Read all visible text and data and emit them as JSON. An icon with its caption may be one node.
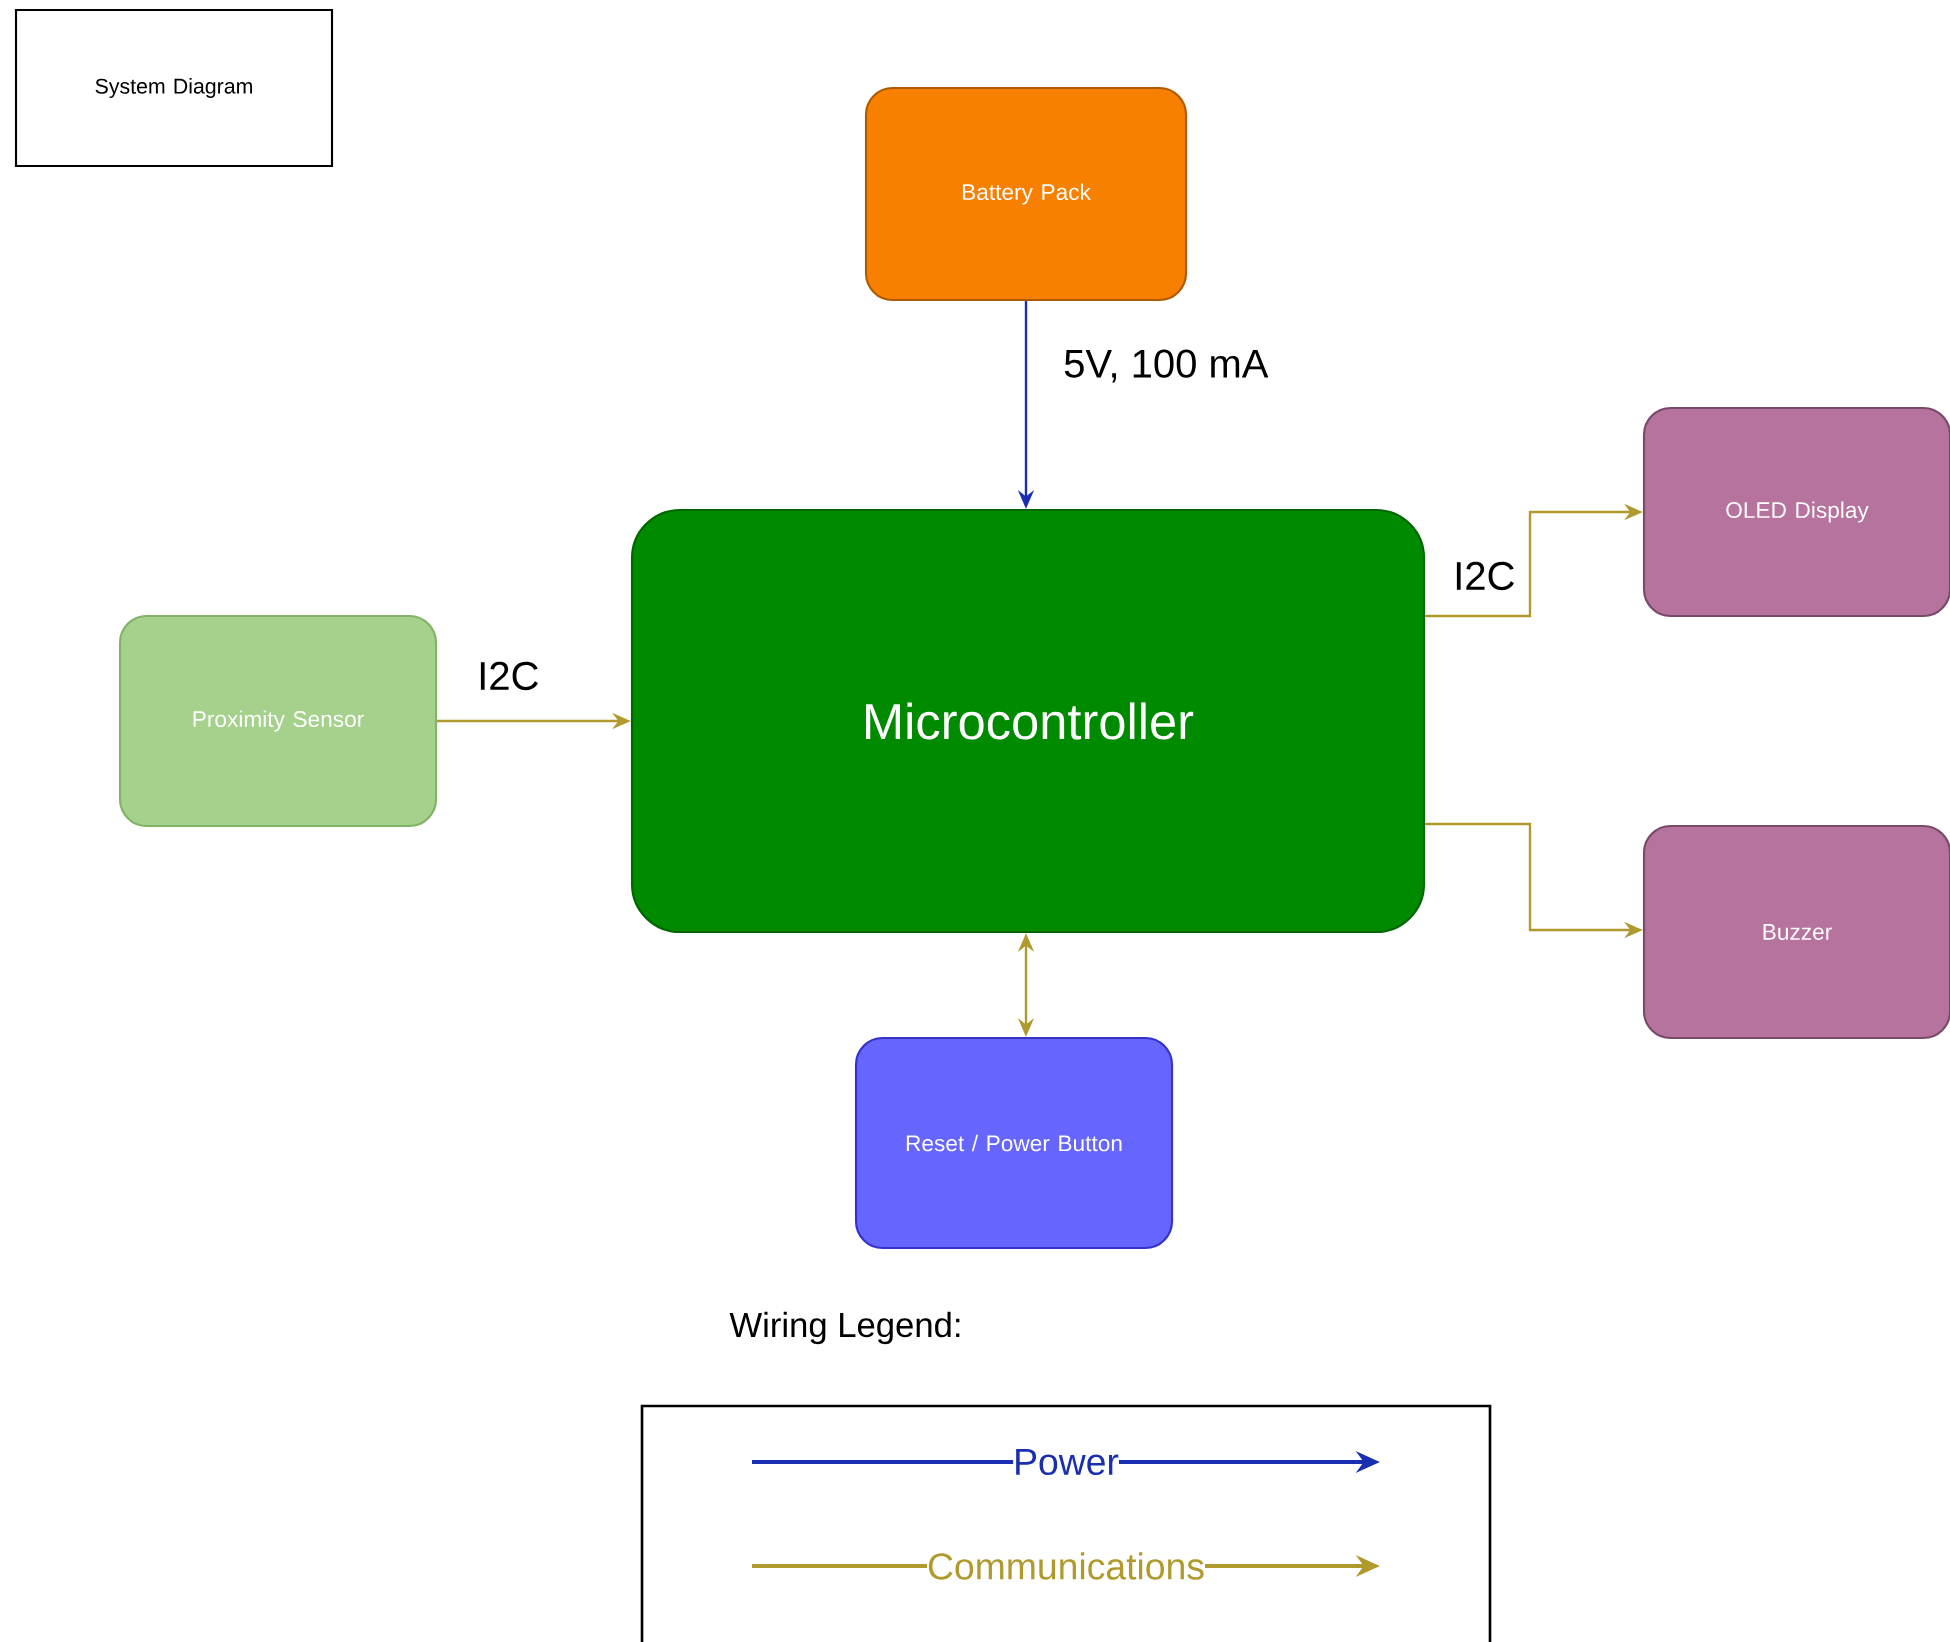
{
  "diagram": {
    "nodes": [
      {
        "text": [
          "System Diagram"
        ]
      },
      {
        "text": [
          "Battery Pack"
        ]
      },
      {
        "text": [
          "OLED Display"
        ]
      },
      {
        "text": [
          "Proximity Sensor"
        ]
      },
      {
        "text": [
          "Microcontroller"
        ]
      },
      {
        "text": [
          "Buzzer"
        ]
      },
      {
        "text": [
          "Reset / Power Button"
        ]
      }
    ],
    "edges": [
      {
        "from": 1,
        "to": 4,
        "arrow": "to",
        "label": "5V, 100 mA",
        "color": "#1a2fb0"
      },
      {
        "from": 4,
        "to": 2,
        "arrow": "to",
        "label": "I2C"
      },
      {
        "from": 3,
        "to": 4,
        "arrow": "to",
        "label": "I2C"
      },
      {
        "from": 4,
        "to": 5,
        "arrow": "to"
      },
      {
        "from": 4,
        "to": 6,
        "arrow": "both"
      }
    ],
    "labels": [
      "Wiring Legend:"
    ],
    "legend": [
      {
        "text": "Power"
      },
      {
        "text": "Communications"
      }
    ]
  }
}
